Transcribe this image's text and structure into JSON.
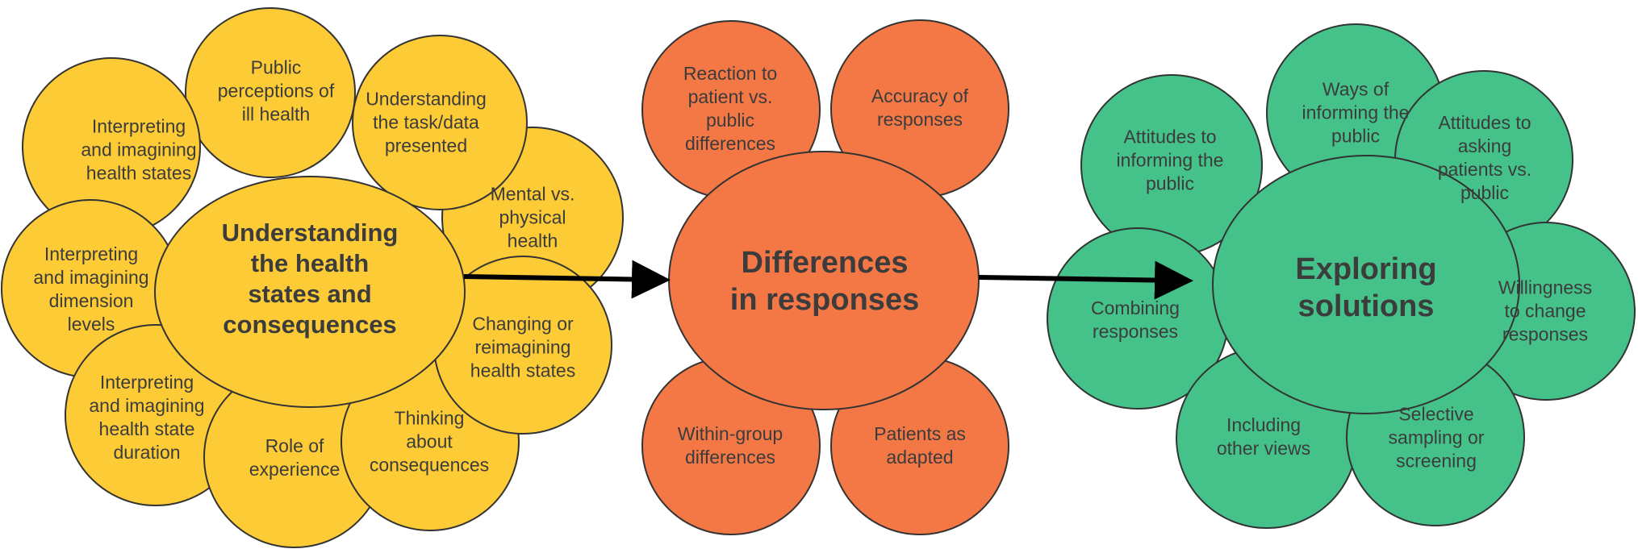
{
  "colors": {
    "yellow": "#fccb35",
    "orange": "#f37845",
    "green": "#44c28a"
  },
  "understanding": {
    "center": "Understanding\nthe health\nstates and\nconsequences",
    "petals": [
      "Public\nperceptions of\nill health",
      "Understanding\nthe task/data\npresented",
      "Interpreting\nand imagining\nhealth states",
      "Mental vs.\nphysical\nhealth",
      "Interpreting\nand imagining\ndimension\nlevels",
      "Changing or\nreimagining\nhealth states",
      "Interpreting\nand imagining\nhealth state\nduration",
      "Role of\nexperience",
      "Thinking\nabout\nconsequences"
    ]
  },
  "differences": {
    "center": "Differences\nin responses",
    "petals": [
      "Reaction to\npatient vs.\npublic\ndifferences",
      "Accuracy of\nresponses",
      "Within-group\ndifferences",
      "Patients as\nadapted"
    ]
  },
  "solutions": {
    "center": "Exploring\nsolutions",
    "petals": [
      "Ways of\ninforming the\npublic",
      "Attitudes to\ninforming the\npublic",
      "Attitudes to\nasking\npatients vs.\npublic",
      "Combining\nresponses",
      "Willingness\nto change\nresponses",
      "Including\nother views",
      "Selective\nsampling or\nscreening"
    ]
  }
}
